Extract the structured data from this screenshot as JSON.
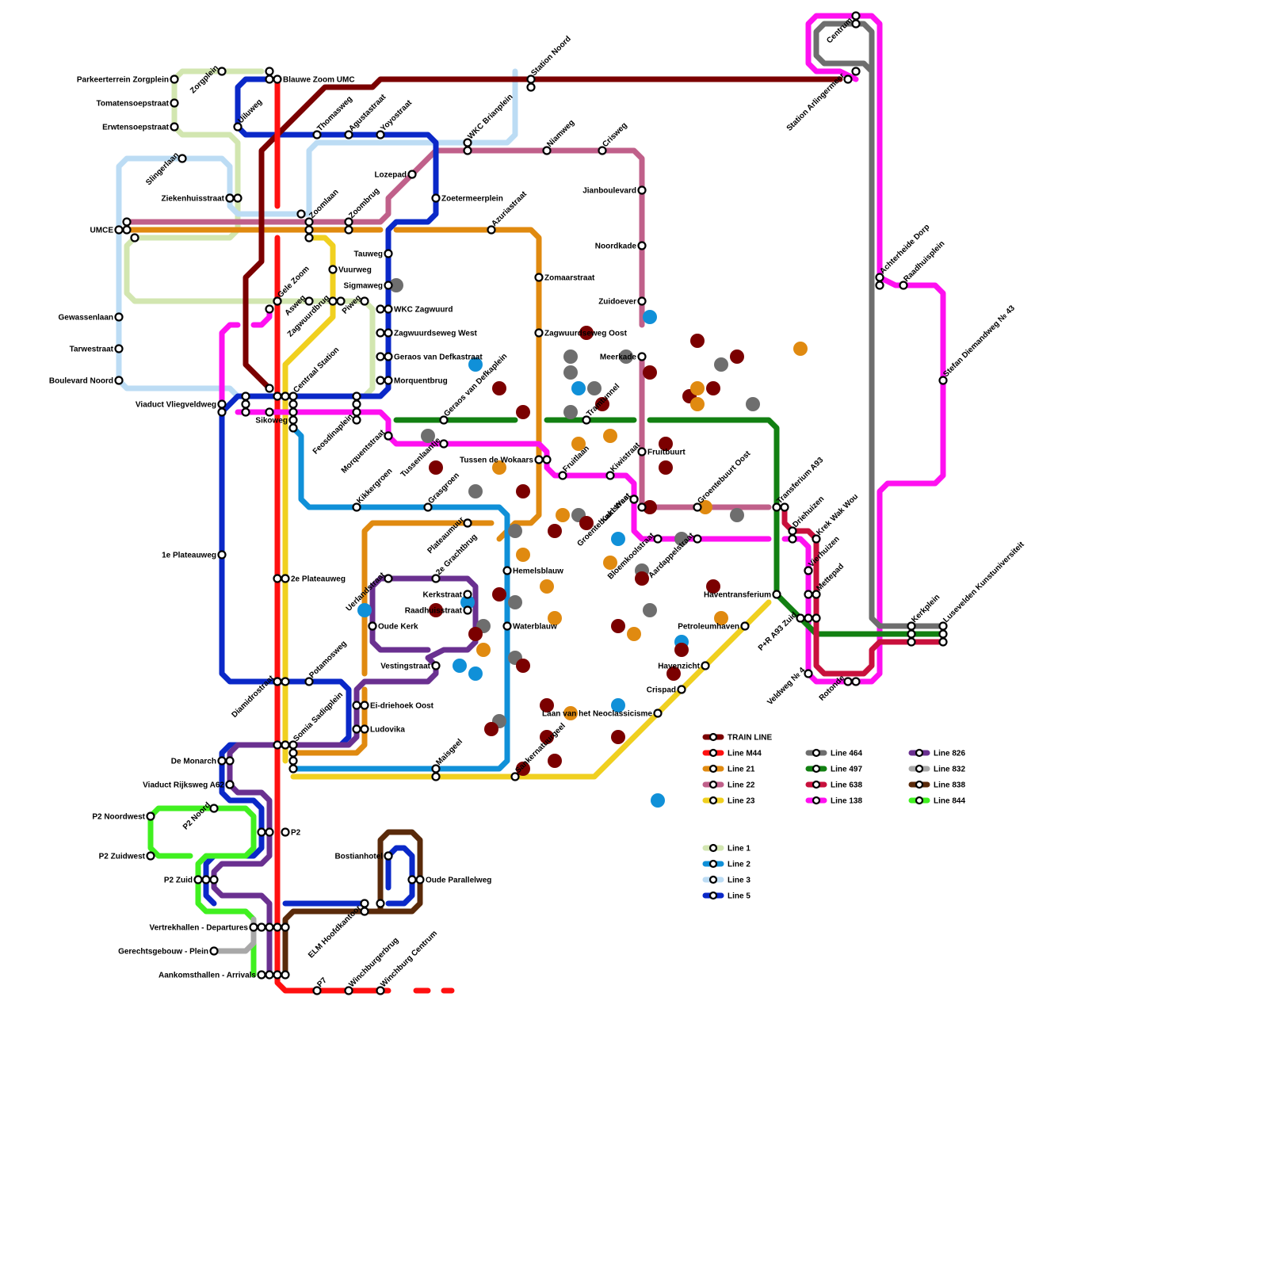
{
  "map": {
    "lines": [
      {
        "id": "train",
        "name": "TRAIN LINE",
        "color": "#7b0000"
      },
      {
        "id": "m44",
        "name": "Line M44",
        "color": "#ff1010"
      },
      {
        "id": "l21",
        "name": "Line 21",
        "color": "#e08a10"
      },
      {
        "id": "l22",
        "name": "Line 22",
        "color": "#c0608a"
      },
      {
        "id": "l23",
        "name": "Line 23",
        "color": "#f0d020"
      },
      {
        "id": "l464",
        "name": "Line 464",
        "color": "#6e6e6e"
      },
      {
        "id": "l497",
        "name": "Line 497",
        "color": "#128012"
      },
      {
        "id": "l638",
        "name": "Line 638",
        "color": "#c8103c"
      },
      {
        "id": "l138",
        "name": "Line 138",
        "color": "#ff10f0"
      },
      {
        "id": "l826",
        "name": "Line 826",
        "color": "#6a3090"
      },
      {
        "id": "l832",
        "name": "Line 832",
        "color": "#a8a8a8"
      },
      {
        "id": "l838",
        "name": "Line 838",
        "color": "#5a2a0a"
      },
      {
        "id": "l844",
        "name": "Line 844",
        "color": "#40f020"
      },
      {
        "id": "l1",
        "name": "Line 1",
        "color": "#d2e6b0"
      },
      {
        "id": "l2",
        "name": "Line 2",
        "color": "#1090d8"
      },
      {
        "id": "l3",
        "name": "Line 3",
        "color": "#bcdcf4"
      },
      {
        "id": "l5",
        "name": "Line 5",
        "color": "#0a28c8"
      }
    ],
    "stations": [
      "Parkeerterrein Zorgplein",
      "Zorgplein",
      "Blauwe Zoom UMC",
      "Tomatensoepstraat",
      "Erwtensoepstraat",
      "Uiluweg",
      "Thomasweg",
      "Agustastraat",
      "Yoyostraat",
      "WKC Brianplein",
      "Station Noord",
      "Niamweg",
      "Crisweg",
      "Slingerlaan",
      "Ziekenhuisstraat",
      "UMCE",
      "Zoomlaan",
      "Zoombrug",
      "Lozepad",
      "Zoetermeerplein",
      "Azuriastraat",
      "Jianboulevard",
      "Noordkade",
      "Zuidoever",
      "Meerkade",
      "Zomaarstraat",
      "Zagwuurdseweg Oost",
      "Tauweg",
      "Sigmaweg",
      "WKC Zagwuurd",
      "Zagwuurdseweg West",
      "Geraos van Defkastraat",
      "Morquentbrug",
      "Vuurweg",
      "Gele Zoom",
      "Asweg",
      "Zagwuurdbrug",
      "Piweg",
      "Gewassenlaan",
      "Tarwestraat",
      "Boulevard Noord",
      "Viaduct Vliegveldweg",
      "Centraal Station",
      "Sikoweg",
      "Feosdinaplein",
      "Geraos van Defkaplein",
      "Morquentstraat",
      "Tussenlaantje",
      "Tussen de Wokaars",
      "Fruitlaan",
      "Kiwistraat",
      "Tramtunnel",
      "Fruitbuurt",
      "Kakistraat",
      "Groentebuurt West",
      "Groentebuurt Oost",
      "Transferium A93",
      "Driehuizen",
      "Krek Wak Wou",
      "Kikkergroen",
      "Grasgroen",
      "Plateaumuur",
      "Uerlandstraat",
      "2e Grachtbrug",
      "Hemelsblauw",
      "1e Plateauweg",
      "2e Plateauweg",
      "Kerkstraat",
      "Raadhuisstraat",
      "Oude Kerk",
      "Waterblauw",
      "Vestingstraat",
      "Bloemkoolstraat",
      "Aardappelstraat",
      "Vierhuizen",
      "Mettepad",
      "Haventransferium",
      "Petroleumhaven",
      "P+R A93 Zuid",
      "Havenzicht",
      "Crispad",
      "Veldweg № 4",
      "Rotonde",
      "Kerkplein",
      "Lusevelden Kunstuniversiteit",
      "Potamosweg",
      "Diamidrostraat",
      "Somia Sadiqplein",
      "Ei-driehoek Oost",
      "Ludovika",
      "Laan van het Neoclassicisme",
      "Maisgeel",
      "Sankernatuurgeel",
      "De Monarch",
      "Viaduct Rijksweg A62",
      "P2 Noordwest",
      "P2 Noord",
      "P2",
      "P2 Zuidwest",
      "P2 Zuid",
      "Bostianhotel",
      "Oude Parallelweg",
      "Vertrekhallen - Departures",
      "Gerechtsgebouw - Plein",
      "Aankomsthallen - Arrivals",
      "ELM Hoofdkantoor",
      "P7",
      "Winchburgerbrug",
      "Winchburg Centrum",
      "Centrum",
      "Station Arlingermeer",
      "Achterheide Dorp",
      "Raadhuisplein",
      "Stefan Diemandweg № 43"
    ]
  }
}
